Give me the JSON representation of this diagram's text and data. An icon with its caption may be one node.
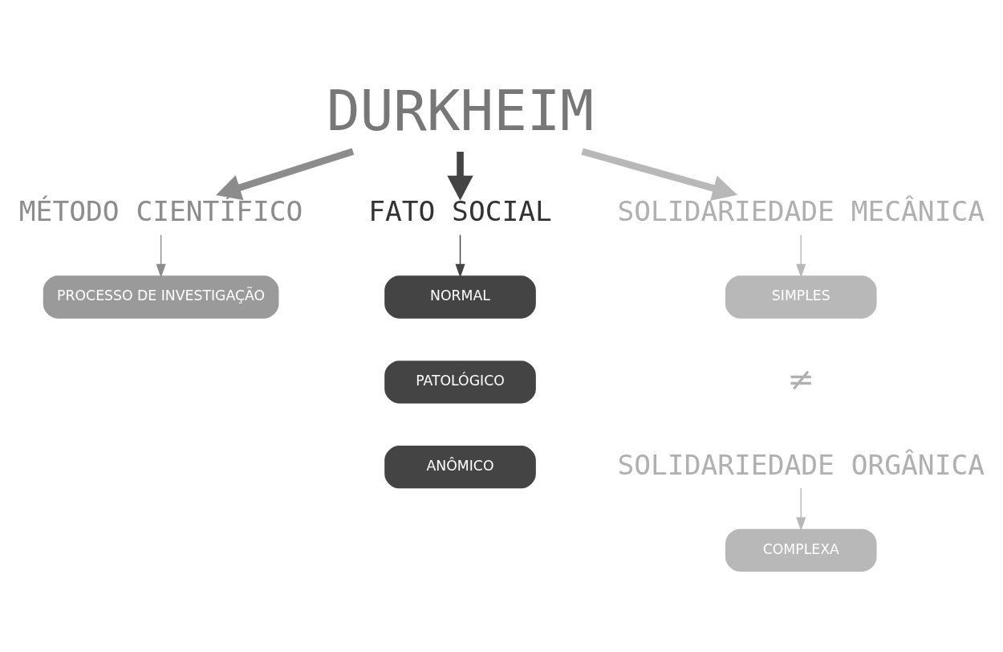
{
  "diagram": {
    "nodes": [
      {
        "text": [
          "DURKHEIM"
        ]
      },
      {
        "text": [
          "MÉTODO CIENTÍFICO"
        ]
      },
      {
        "text": [
          "PROCESSO DE INVESTIGAÇÃO"
        ]
      },
      {
        "text": [
          "FATO SOCIAL"
        ]
      },
      {
        "text": [
          "NORMAL"
        ]
      },
      {
        "text": [
          "PATOLÓGICO"
        ]
      },
      {
        "text": [
          "ANÔMICO"
        ]
      },
      {
        "text": [
          "SOLIDARIEDADE MECÂNICA"
        ]
      },
      {
        "text": [
          "SIMPLES"
        ]
      },
      {
        "text": [
          "SOLIDARIEDADE ORGÂNICA"
        ]
      },
      {
        "text": [
          "COMPLEXA"
        ]
      }
    ],
    "edges": [
      {
        "from": 0,
        "to": 1,
        "arrow": "to",
        "style": "thick",
        "color": "#8c8c8c"
      },
      {
        "from": 0,
        "to": 3,
        "arrow": "to",
        "style": "thick",
        "color": "#444444"
      },
      {
        "from": 0,
        "to": 7,
        "arrow": "to",
        "style": "thick",
        "color": "#b8b8b8"
      },
      {
        "from": 1,
        "to": 2,
        "arrow": "to",
        "color": "#8c8c8c"
      },
      {
        "from": 3,
        "to": 4,
        "arrow": "to",
        "color": "#444444"
      },
      {
        "from": 7,
        "to": 8,
        "arrow": "to",
        "color": "#b8b8b8"
      },
      {
        "from": 9,
        "to": 10,
        "arrow": "to",
        "color": "#b8b8b8"
      }
    ],
    "labels": [
      "≠"
    ]
  }
}
